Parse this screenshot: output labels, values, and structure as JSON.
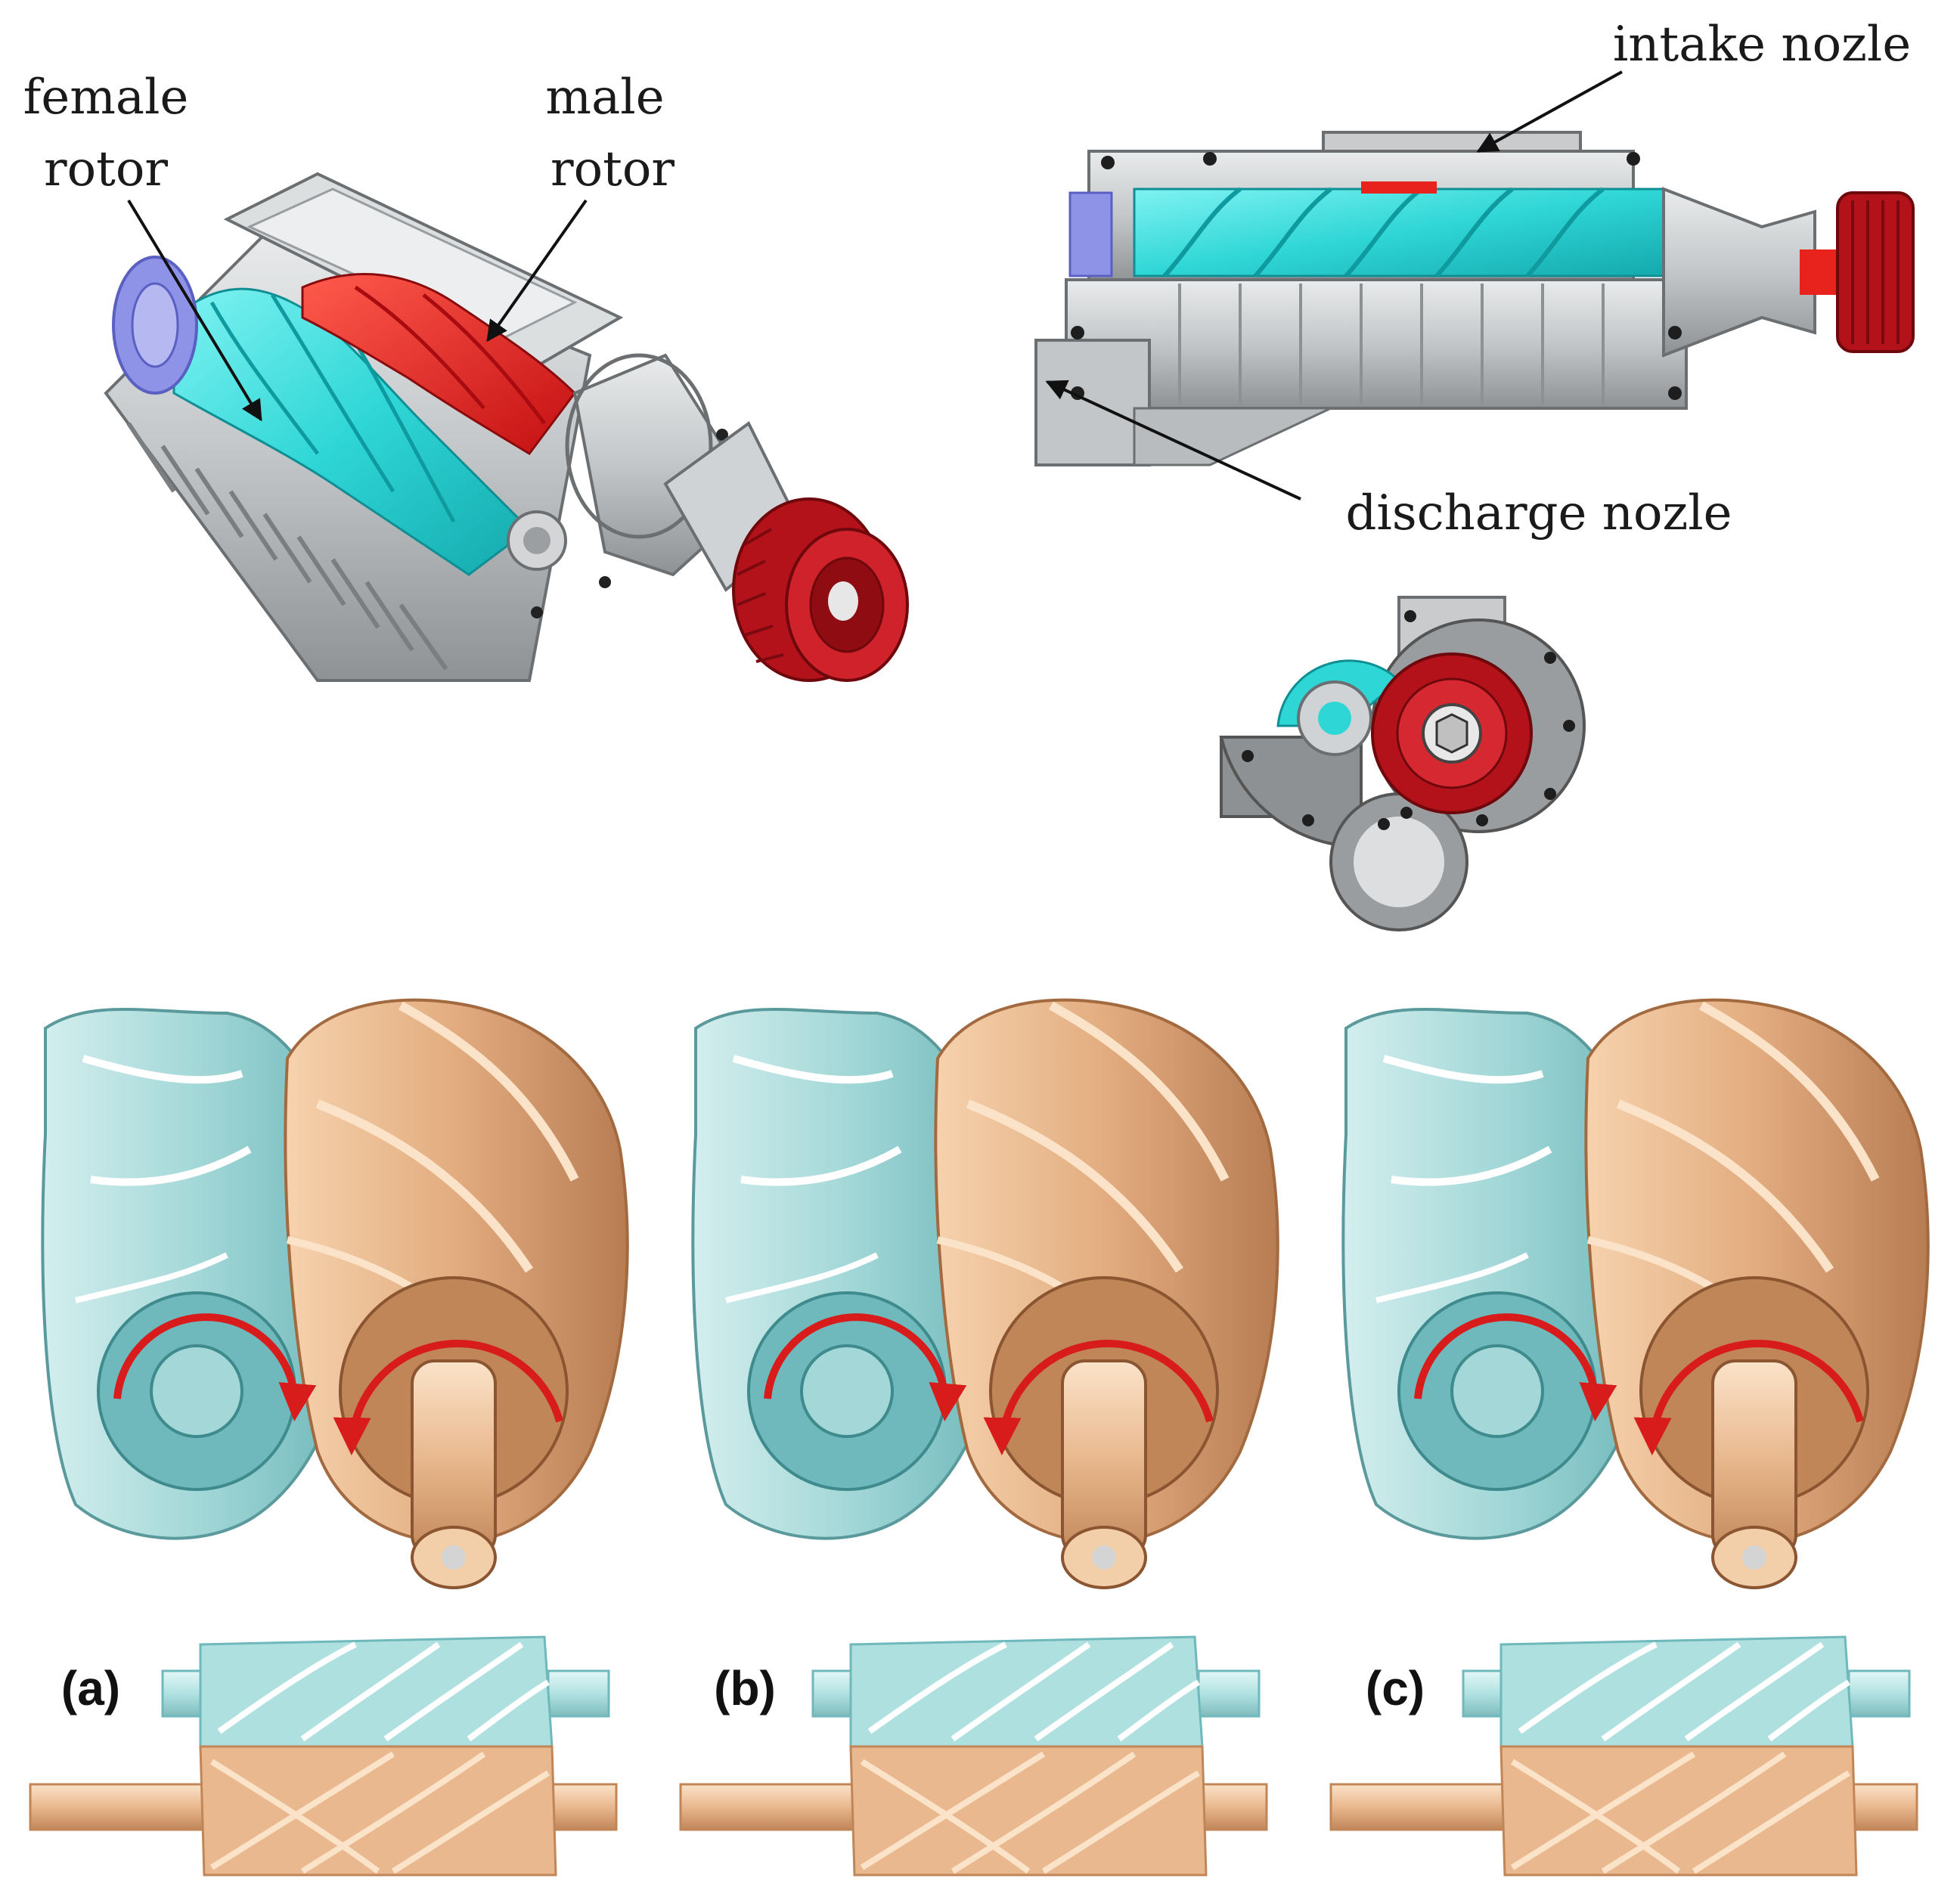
{
  "labels": {
    "female_rotor": [
      "female",
      "rotor"
    ],
    "male_rotor": [
      "male",
      "rotor"
    ],
    "intake_nozzle": "intake nozle",
    "discharge_nozzle": "discharge nozle"
  },
  "panels": [
    {
      "letter": "(a)"
    },
    {
      "letter": "(b)"
    },
    {
      "letter": "(c)"
    }
  ],
  "colors": {
    "female_rotor": "#2fd6d6",
    "male_rotor": "#e8221c",
    "pulley": "#b3121a",
    "housing": "#c9cbcd",
    "housing_dark": "#8e9193",
    "gear": "#8f93e8",
    "rotor_female_render": "#a9dcdc",
    "rotor_male_render": "#e6b48c"
  }
}
